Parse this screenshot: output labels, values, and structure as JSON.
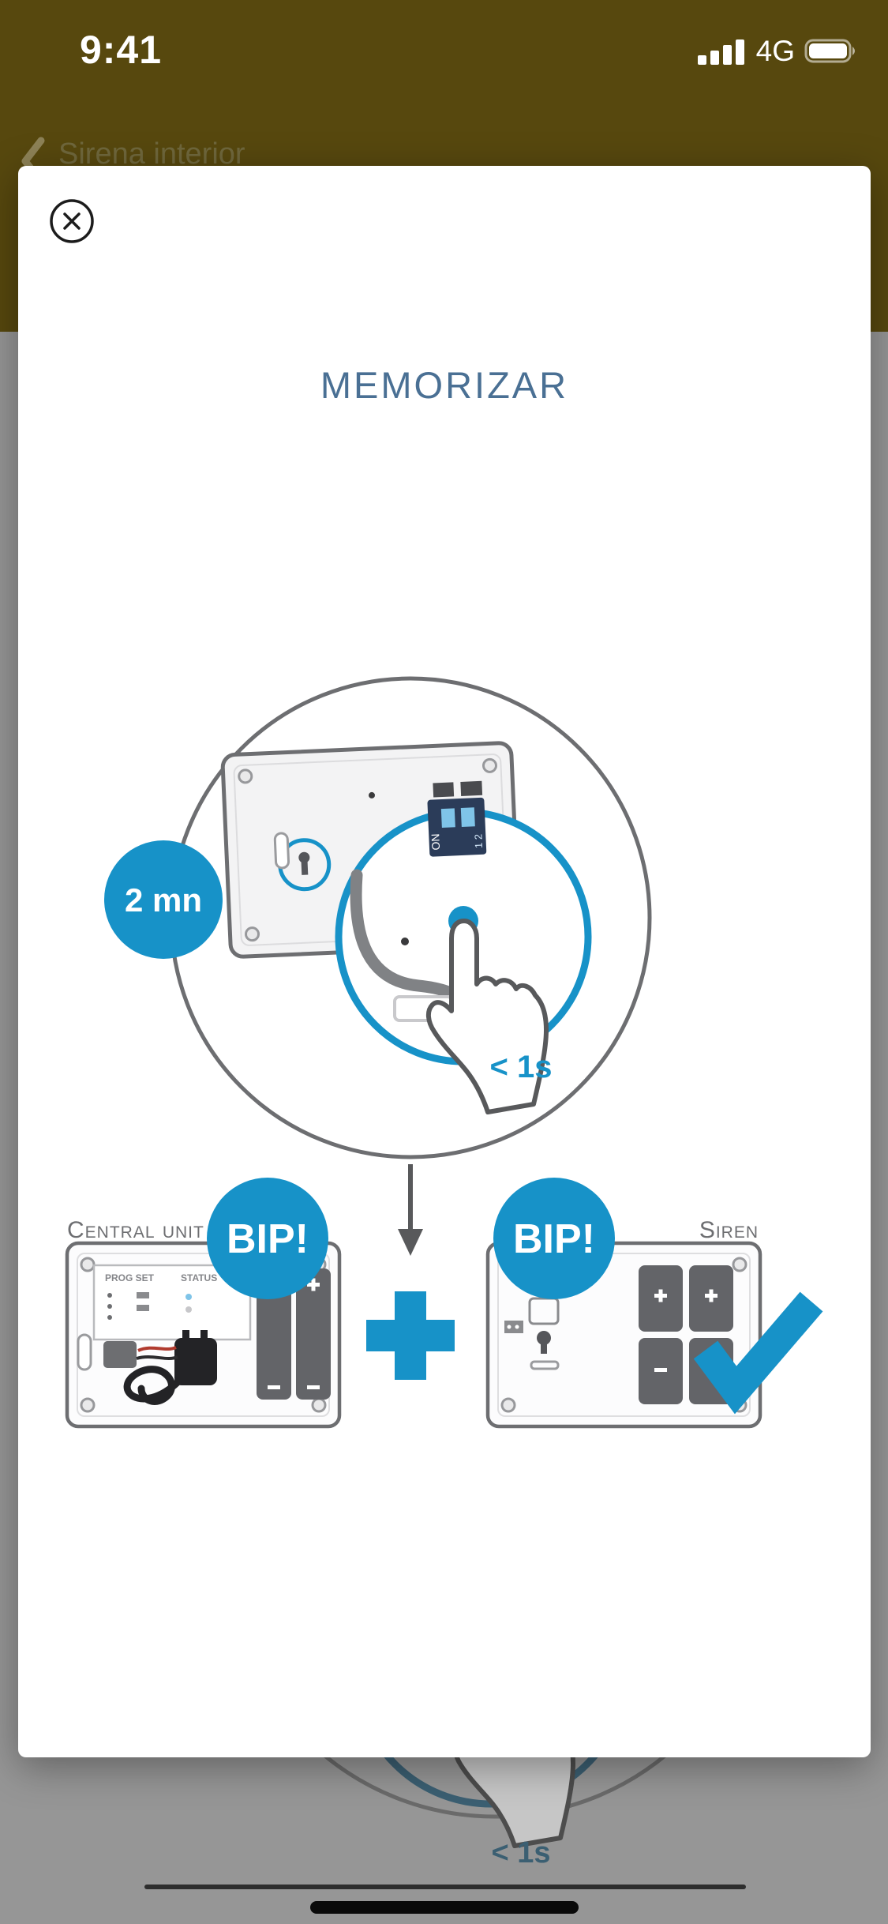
{
  "colors": {
    "accent": "#1792C8",
    "title": "#4A7094",
    "olive": "#57480E",
    "dim_bg": "#969696",
    "dim_blue": "#3B5F72",
    "outline": "#6D6E71",
    "navy": "#2B3C59"
  },
  "status_bar": {
    "time": "9:41",
    "network": "4G"
  },
  "background": {
    "header_title": "Sirena interior",
    "press_duration": "< 1s"
  },
  "modal": {
    "title": "MEMORIZAR",
    "diagram": {
      "timer_badge": "2 mn",
      "press_duration": "< 1s",
      "dip_on": "ON",
      "dip_numbers": "1 2",
      "pcb_label_1": "PROG SET",
      "pcb_label_2": "STATUS",
      "central_unit_label": "Central unit",
      "siren_label": "Siren",
      "bip_left": "BIP!",
      "bip_right": "BIP!",
      "plus": "+"
    }
  }
}
